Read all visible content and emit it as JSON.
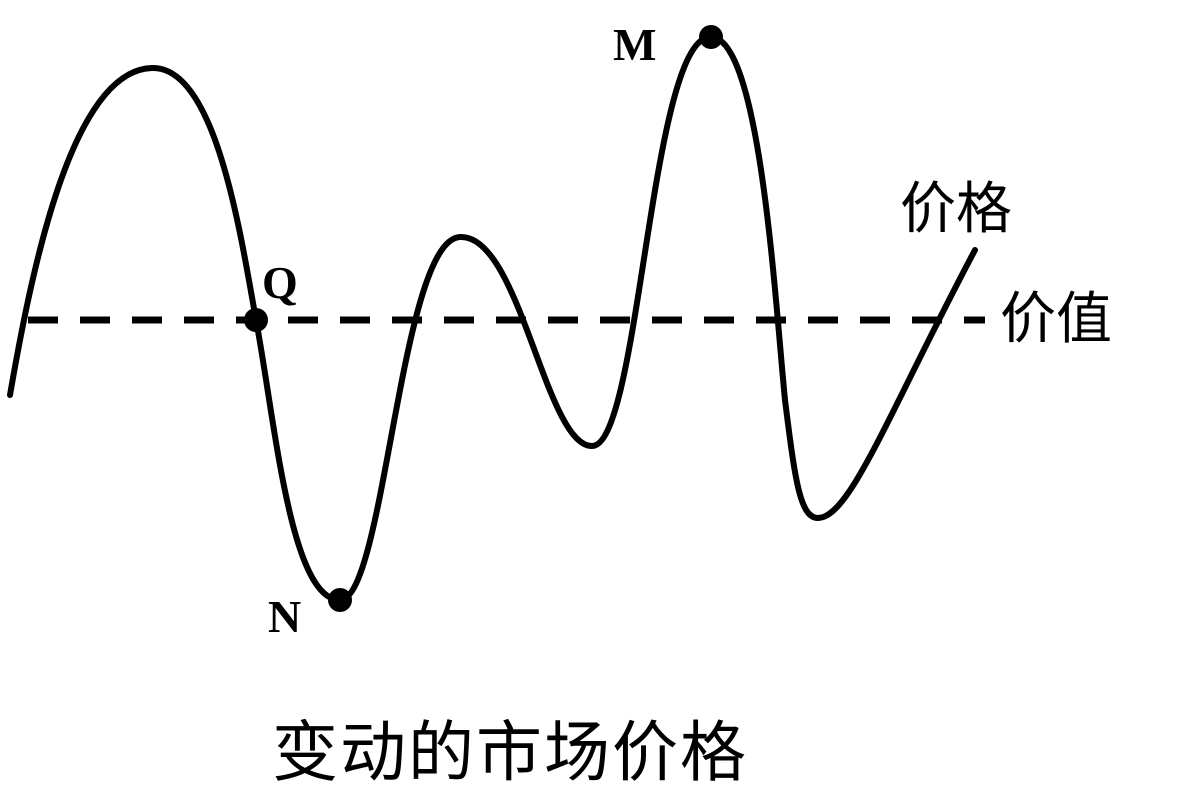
{
  "diagram": {
    "title": "变动的市场价格",
    "lines": {
      "price": {
        "label": "价格",
        "style": "solid",
        "color": "#000000"
      },
      "value": {
        "label": "价值",
        "style": "dashed",
        "color": "#000000"
      }
    },
    "points": {
      "Q": {
        "label": "Q",
        "description": "price equals value"
      },
      "M": {
        "label": "M",
        "description": "price highest above value"
      },
      "N": {
        "label": "N",
        "description": "price lowest below value"
      }
    }
  }
}
